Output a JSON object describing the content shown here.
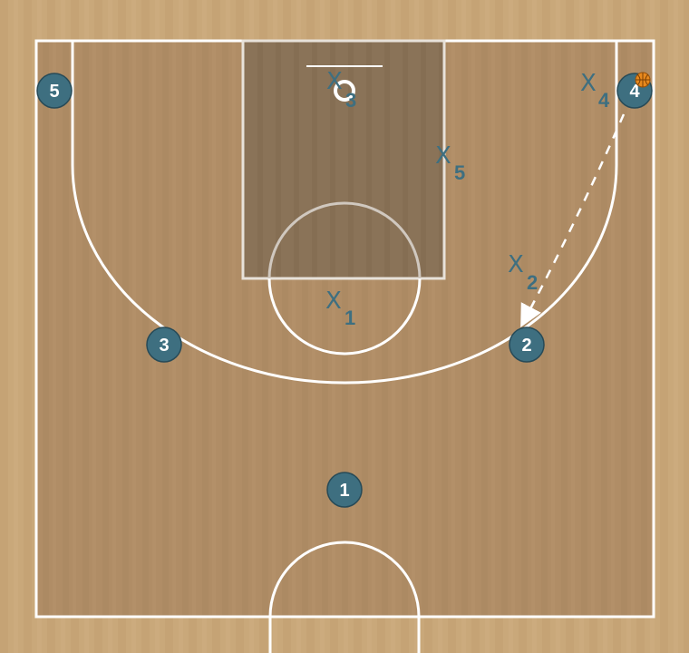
{
  "colors": {
    "floor": "#c9a87a",
    "floor_stripe": "#bf9c6d",
    "court": "#b08d66",
    "paint": "#8a7358",
    "lines": "#ffffff",
    "offense": "#3e6f80",
    "defense": "#3e6f80",
    "ball": "#e8891d"
  },
  "offense": [
    {
      "label": "1"
    },
    {
      "label": "2"
    },
    {
      "label": "3"
    },
    {
      "label": "4",
      "has_ball": true
    },
    {
      "label": "5"
    }
  ],
  "defense": [
    {
      "letter": "X",
      "number": "1"
    },
    {
      "letter": "X",
      "number": "2"
    },
    {
      "letter": "X",
      "number": "3"
    },
    {
      "letter": "X",
      "number": "4"
    },
    {
      "letter": "X",
      "number": "5"
    }
  ],
  "actions": [
    {
      "type": "pass",
      "from": "4",
      "to": "2",
      "style": "dashed"
    }
  ],
  "icons": {
    "ball": "basketball-icon",
    "basket": "hoop-icon"
  }
}
